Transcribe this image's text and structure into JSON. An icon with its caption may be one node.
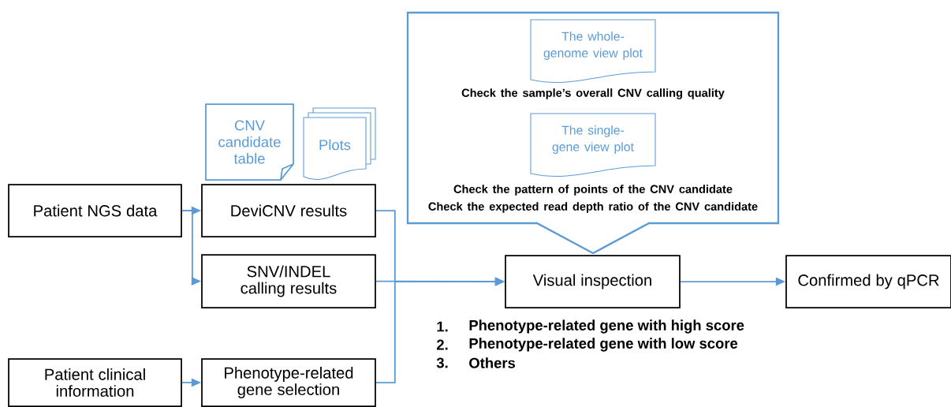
{
  "diagram": {
    "nodes": [
      {
        "text": [
          "Patient NGS data"
        ]
      },
      {
        "text": [
          "DeviCNV results"
        ]
      },
      {
        "text": [
          "SNV/INDEL calling results"
        ]
      },
      {
        "text": [
          "Patient clinical information"
        ]
      },
      {
        "text": [
          "Phenotype-related gene selection"
        ]
      },
      {
        "text": [
          "Visual inspection"
        ]
      },
      {
        "text": [
          "Confirmed by qPCR"
        ]
      },
      {
        "text": [
          "CNV candidate table"
        ]
      },
      {
        "text": [
          "Plots"
        ]
      },
      {
        "text": [
          "Check the sample’s overall CNV calling quality",
          "Check the pattern of points of the CNV candidate",
          "Check the expected read depth ratio of the CNV candidate"
        ]
      },
      {
        "text": [
          "The whole-genome view plot"
        ],
        "in": 9
      },
      {
        "text": [
          "The single-gene view plot"
        ],
        "in": 9
      }
    ],
    "edges": [
      {
        "from": 0,
        "to": 1,
        "arrow": "to"
      },
      {
        "from": 0,
        "to": 2,
        "arrow": "to"
      },
      {
        "from": 3,
        "to": 4,
        "arrow": "to"
      },
      {
        "from": 1,
        "to": 5,
        "arrow": "to"
      },
      {
        "from": 2,
        "to": 5,
        "arrow": "to"
      },
      {
        "from": 4,
        "to": 5,
        "arrow": "to"
      },
      {
        "from": 5,
        "to": 6,
        "arrow": "to"
      }
    ],
    "labels": [
      "1.",
      "Phenotype-related gene with high score",
      "2.",
      "Phenotype-related gene with low score",
      "3.",
      "Others"
    ]
  }
}
